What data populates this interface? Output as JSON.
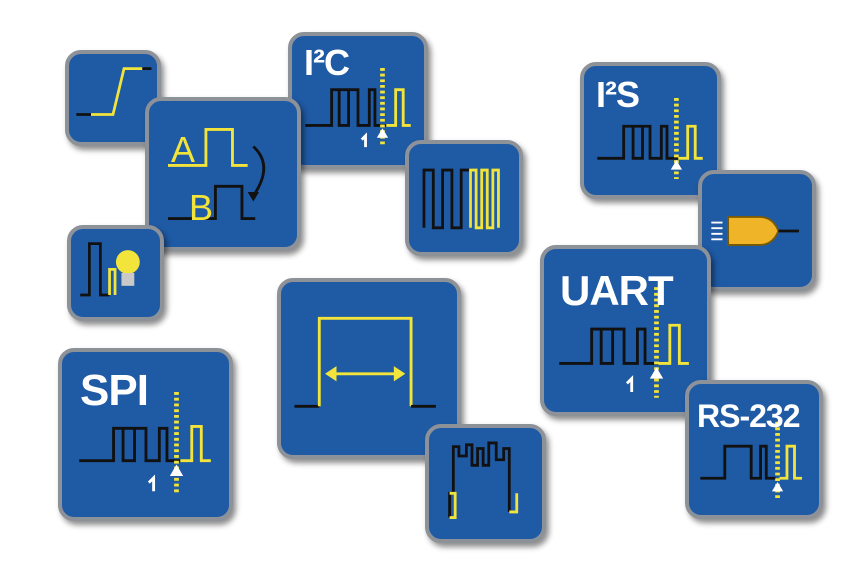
{
  "icons": {
    "i2c": {
      "label": "I²C"
    },
    "ab": {
      "label_a": "A",
      "label_b": "B"
    },
    "spi": {
      "label": "SPI"
    },
    "i2s": {
      "label": "I²S"
    },
    "uart": {
      "label": "UART"
    },
    "rs232": {
      "label": "RS-232"
    }
  },
  "colors": {
    "tile": "#1f5aa5",
    "border": "#8d9198",
    "signal": "#f2e43a",
    "trace": "#111111"
  }
}
